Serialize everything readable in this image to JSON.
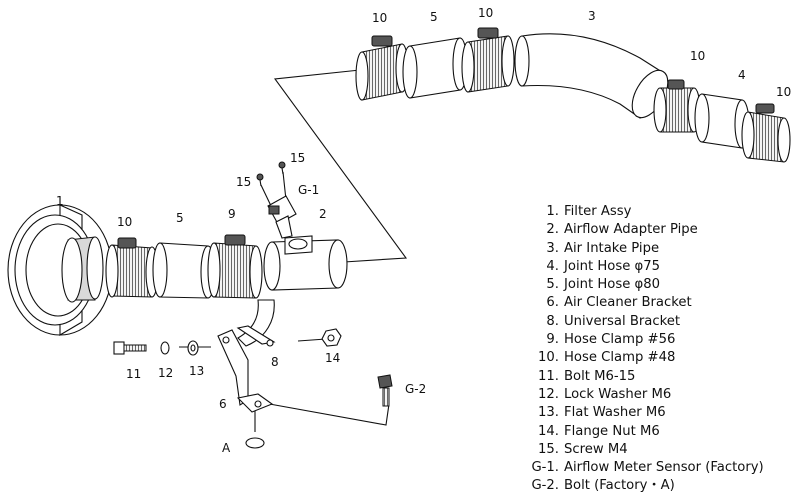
{
  "callouts": {
    "c_1": "1",
    "c_10_top1": "10",
    "c_5_top": "5",
    "c_10_top2": "10",
    "c_3": "3",
    "c_10_right1": "10",
    "c_4": "4",
    "c_10_right2": "10",
    "c_15a": "15",
    "c_15b": "15",
    "c_g1": "G-1",
    "c_2": "2",
    "c_10_mid": "10",
    "c_5_mid": "5",
    "c_9": "9",
    "c_11": "11",
    "c_12": "12",
    "c_13": "13",
    "c_8": "8",
    "c_14": "14",
    "c_g2": "G-2",
    "c_6": "6",
    "c_a": "A"
  },
  "legend": [
    {
      "num": "1.",
      "name": "Filter Assy"
    },
    {
      "num": "2.",
      "name": "Airflow Adapter Pipe"
    },
    {
      "num": "3.",
      "name": "Air Intake Pipe"
    },
    {
      "num": "4.",
      "name": "Joint Hose  φ75"
    },
    {
      "num": "5.",
      "name": "Joint Hose  φ80"
    },
    {
      "num": "6.",
      "name": "Air Cleaner Bracket"
    },
    {
      "num": "8.",
      "name": "Universal Bracket"
    },
    {
      "num": "9.",
      "name": "Hose Clamp  #56"
    },
    {
      "num": "10.",
      "name": "Hose Clamp  #48"
    },
    {
      "num": "11.",
      "name": "Bolt  M6-15"
    },
    {
      "num": "12.",
      "name": "Lock Washer  M6"
    },
    {
      "num": "13.",
      "name": "Flat Washer  M6"
    },
    {
      "num": "14.",
      "name": "Flange Nut  M6"
    },
    {
      "num": "15.",
      "name": "Screw  M4"
    },
    {
      "num": "G-1.",
      "name": "Airflow Meter Sensor (Factory)"
    },
    {
      "num": "G-2.",
      "name": "Bolt (Factory・A)"
    }
  ]
}
